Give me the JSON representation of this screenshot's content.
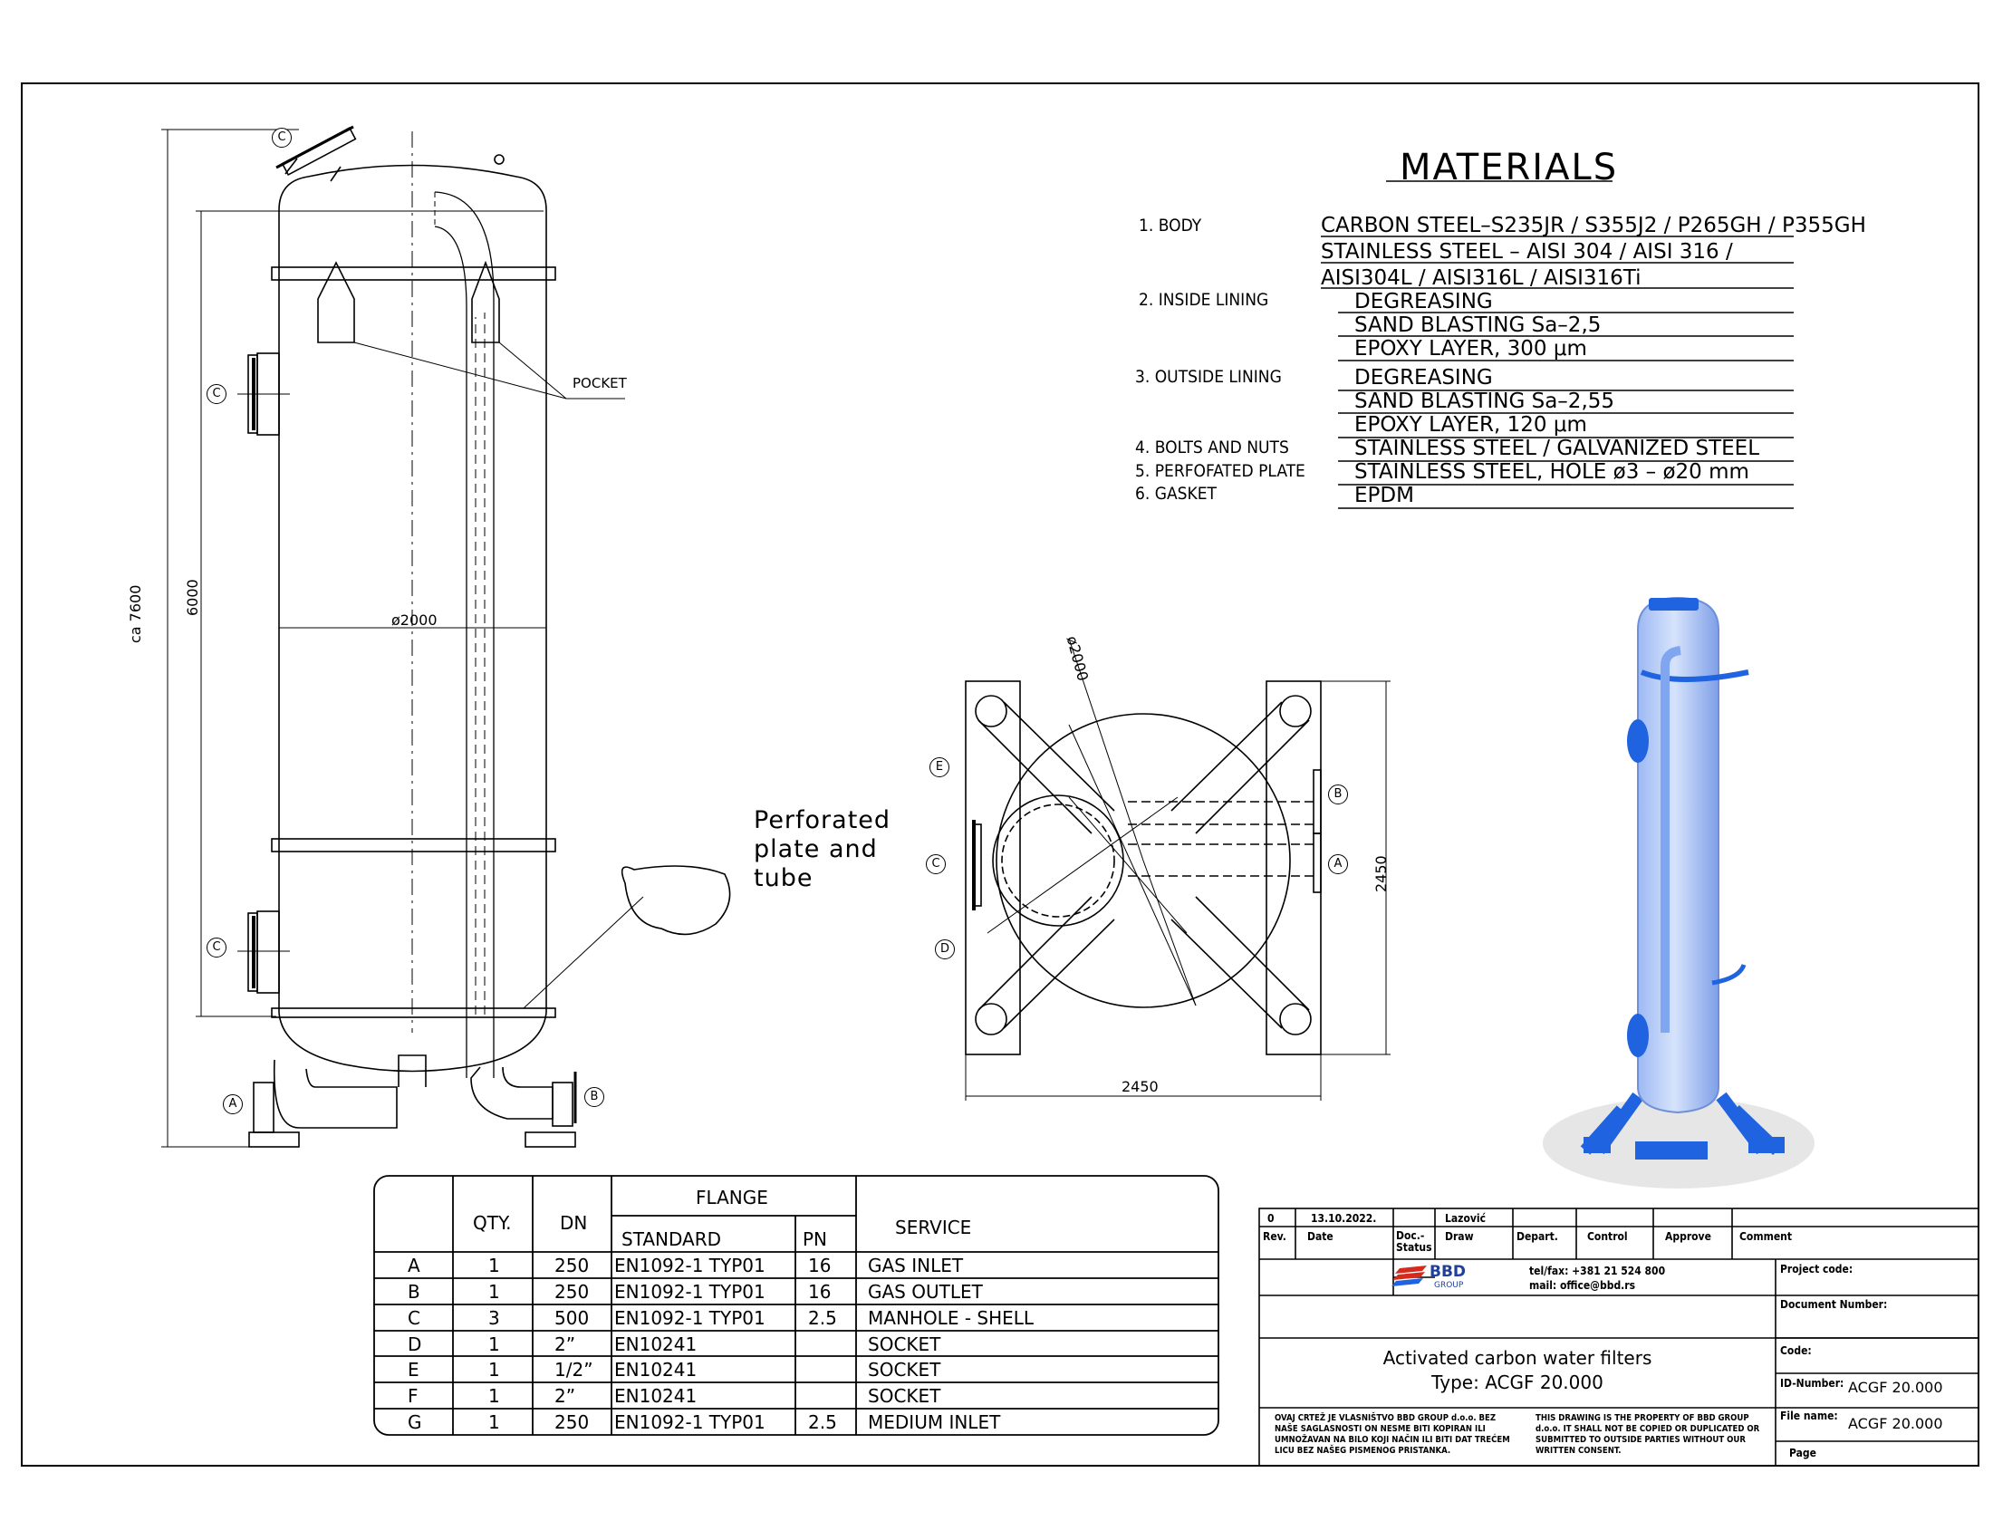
{
  "materials": {
    "title": "MATERIALS",
    "items": [
      {
        "label": "1. BODY",
        "values": [
          "CARBON STEEL–S235JR / S355J2 / P265GH / P355GH",
          "STAINLESS STEEL – AISI 304 / AISI 316 /",
          "AISI304L / AISI316L / AISI316Ti"
        ]
      },
      {
        "label": "2. INSIDE LINING",
        "values": [
          "DEGREASING",
          "SAND BLASTING Sa–2,5",
          "EPOXY LAYER, 300 μm"
        ]
      },
      {
        "label": "3. OUTSIDE LINING",
        "values": [
          "DEGREASING",
          "SAND BLASTING Sa–2,55",
          "EPOXY LAYER, 120 μm"
        ]
      },
      {
        "label": "4. BOLTS AND NUTS",
        "values": [
          "STAINLESS STEEL / GALVANIZED STEEL"
        ]
      },
      {
        "label": "5. PERFOFATED PLATE",
        "values": [
          "STAINLESS STEEL, HOLE ø3 – ø20 mm"
        ]
      },
      {
        "label": "6. GASKET",
        "values": [
          "EPDM"
        ]
      }
    ]
  },
  "drawing": {
    "pocket_label": "POCKET",
    "dim_diameter": "ø2000",
    "dim_height_total": "ca 7600",
    "dim_height_shell": "6000",
    "perforated_label": [
      "Perforated",
      "plate and",
      "tube"
    ],
    "top_view_width": "2450",
    "top_view_height": "2450",
    "top_view_diameter": "ø2000",
    "callouts": {
      "a": "A",
      "b": "B",
      "c": "C",
      "d": "D",
      "e": "E"
    }
  },
  "nozzle_table": {
    "headers": {
      "qty": "QTY.",
      "dn": "DN",
      "flange": "FLANGE",
      "standard": "STANDARD",
      "pn": "PN",
      "service": "SERVICE"
    },
    "rows": [
      {
        "id": "A",
        "qty": "1",
        "dn": "250",
        "standard": "EN1092-1 TYP01",
        "pn": "16",
        "service": "GAS INLET"
      },
      {
        "id": "B",
        "qty": "1",
        "dn": "250",
        "standard": "EN1092-1 TYP01",
        "pn": "16",
        "service": "GAS OUTLET"
      },
      {
        "id": "C",
        "qty": "3",
        "dn": "500",
        "standard": "EN1092-1 TYP01",
        "pn": "2.5",
        "service": "MANHOLE - SHELL"
      },
      {
        "id": "D",
        "qty": "1",
        "dn": "2”",
        "standard": "EN10241",
        "pn": "",
        "service": "SOCKET"
      },
      {
        "id": "E",
        "qty": "1",
        "dn": "1/2”",
        "standard": "EN10241",
        "pn": "",
        "service": "SOCKET"
      },
      {
        "id": "F",
        "qty": "1",
        "dn": "2”",
        "standard": "EN10241",
        "pn": "",
        "service": "SOCKET"
      },
      {
        "id": "G",
        "qty": "1",
        "dn": "250",
        "standard": "EN1092-1 TYP01",
        "pn": "2.5",
        "service": "MEDIUM INLET"
      }
    ]
  },
  "title_block": {
    "rev_value": "0",
    "date_value": "13.10.2022.",
    "draw_value": "Lazović",
    "headers": {
      "rev": "Rev.",
      "date": "Date",
      "doc_status": "Doc.-\nStatus",
      "draw": "Draw",
      "depart": "Depart.",
      "control": "Control",
      "approve": "Approve",
      "comment": "Comment"
    },
    "company_name": "BBD",
    "company_sub": "GROUP",
    "tel": "tel/fax: +381 21 524 800",
    "mail": "mail: office@bbd.rs",
    "project_code_label": "Project code:",
    "document_number_label": "Document Number:",
    "code_label": "Code:",
    "id_number_label": "ID-Number:",
    "id_number_value": "ACGF 20.000",
    "file_name_label": "File name:",
    "file_name_value": "ACGF 20.000",
    "page_label": "Page",
    "title_line1": "Activated carbon water filters",
    "title_line2": "Type: ACGF 20.000",
    "notice_sr": "OVAJ CRTEŽ JE VLASNIŠTVO BBD GROUP d.o.o. BEZ NAŠE SAGLASNOSTI ON NESME BITI KOPIRAN ILI UMNOŽAVAN NA BILO KOJI NAČIN ILI BITI DAT TREĆEM LICU BEZ NAŠEG PISMENOG PRISTANKA.",
    "notice_en": "THIS DRAWING IS THE PROPERTY OF BBD GROUP d.o.o. IT SHALL NOT BE COPIED OR DUPLICATED OR SUBMITTED TO OUTSIDE PARTIES WITHOUT OUR WRITTEN CONSENT."
  },
  "colors": {
    "vessel_blue": "#7fa6ee",
    "frame_blue": "#1f63e0"
  }
}
